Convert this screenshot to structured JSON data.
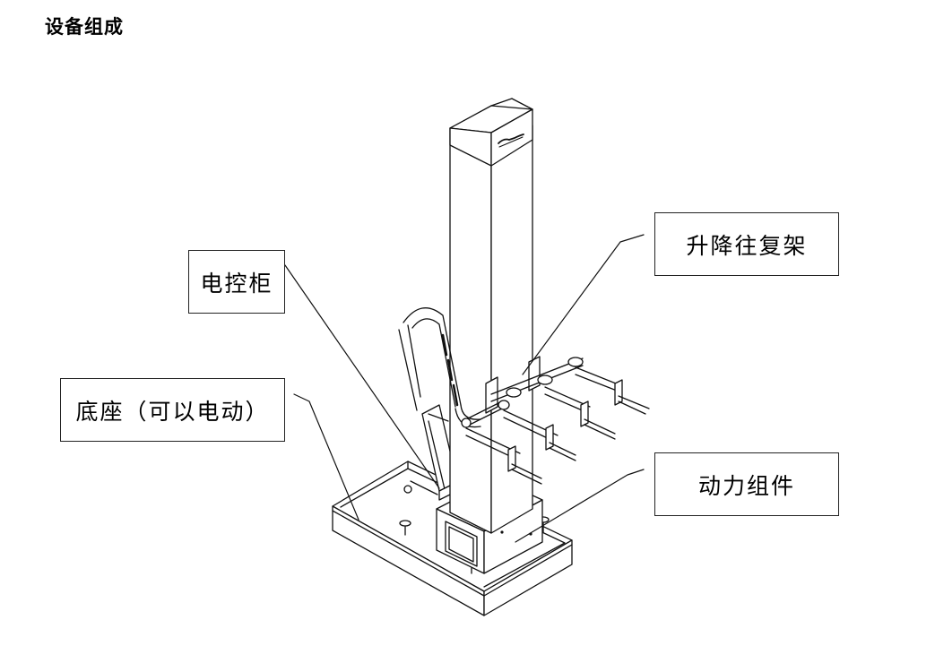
{
  "page": {
    "title": "设备组成"
  },
  "callouts": {
    "cabinet": "电控柜",
    "base": "底座（可以电动）",
    "lift": "升降往复架",
    "power": "动力组件"
  },
  "colors": {
    "line": "#111111",
    "box_border": "#222222",
    "background": "#ffffff"
  },
  "icons": {
    "brand_logo": "logo-mark"
  }
}
